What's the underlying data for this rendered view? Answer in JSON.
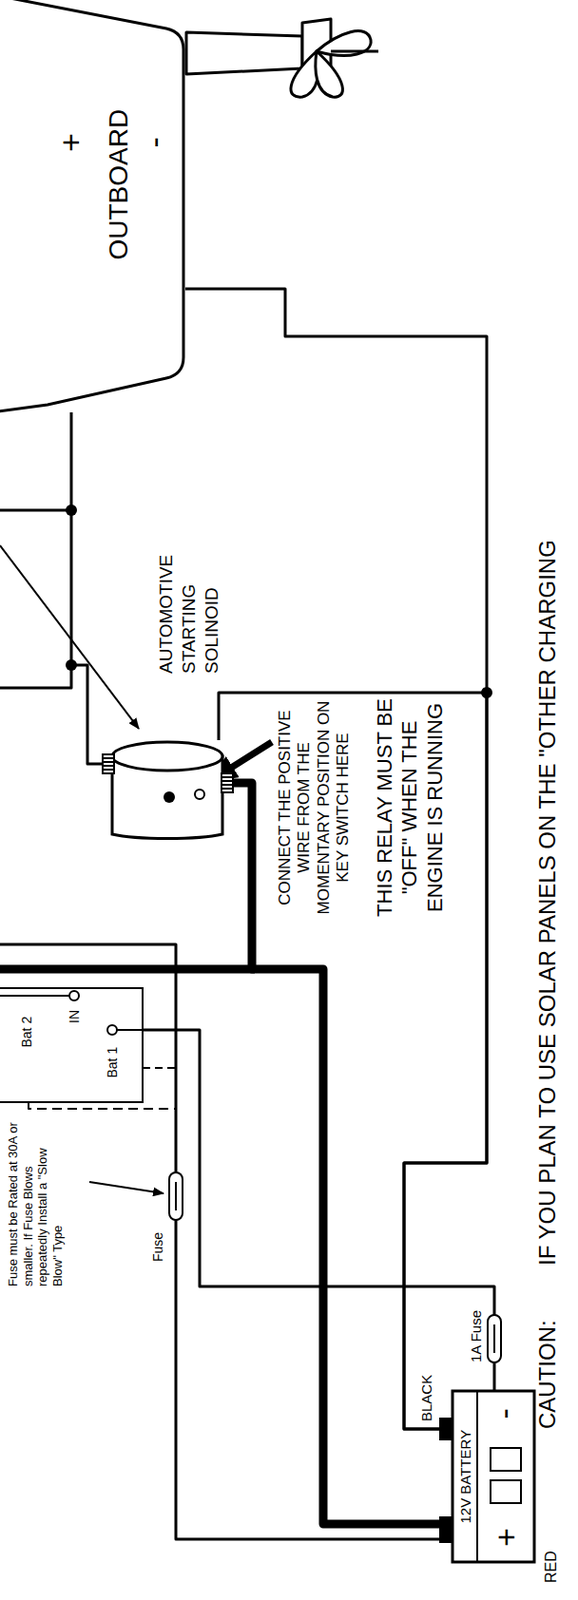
{
  "diagram": {
    "nodes": [
      {
        "text": [
          "Bat 2",
          "IN",
          "Bat 1"
        ]
      },
      {
        "text": [
          "12V BATTERY",
          "+",
          "-"
        ]
      },
      {
        "text": [
          "AUTOMOTIVE STARTING SOLINOID"
        ]
      },
      {
        "text": [
          "+",
          "OUTBOARD",
          "-"
        ]
      }
    ],
    "edges": [
      {
        "from": 1,
        "to": 3,
        "arrow": "none"
      },
      {
        "from": 3,
        "to": 2,
        "arrow": "none"
      },
      {
        "from": 1,
        "to": 2,
        "arrow": "none"
      },
      {
        "from": 2,
        "to": 1,
        "arrow": "none"
      },
      {
        "from": 1,
        "to": 0,
        "arrow": "none"
      }
    ],
    "labels": [
      "Fuse must be Rated at 30A or smaller. If Fuse Blows repeatedly Install a \"Slow Blow\" Type",
      "Fuse",
      "1A Fuse",
      "CONNECT THE POSITIVE WIRE FROM THE MOMENTARY POSITION ON KEY SWITCH HERE",
      "THIS RELAY MUST BE \"OFF\" WHEN THE ENGINE IS RUNNING",
      "BLACK",
      "RED",
      "CAUTION:",
      "IF YOU PLAN TO USE SOLAR PANELS ON THE \"OTHER CHARGING"
    ]
  }
}
